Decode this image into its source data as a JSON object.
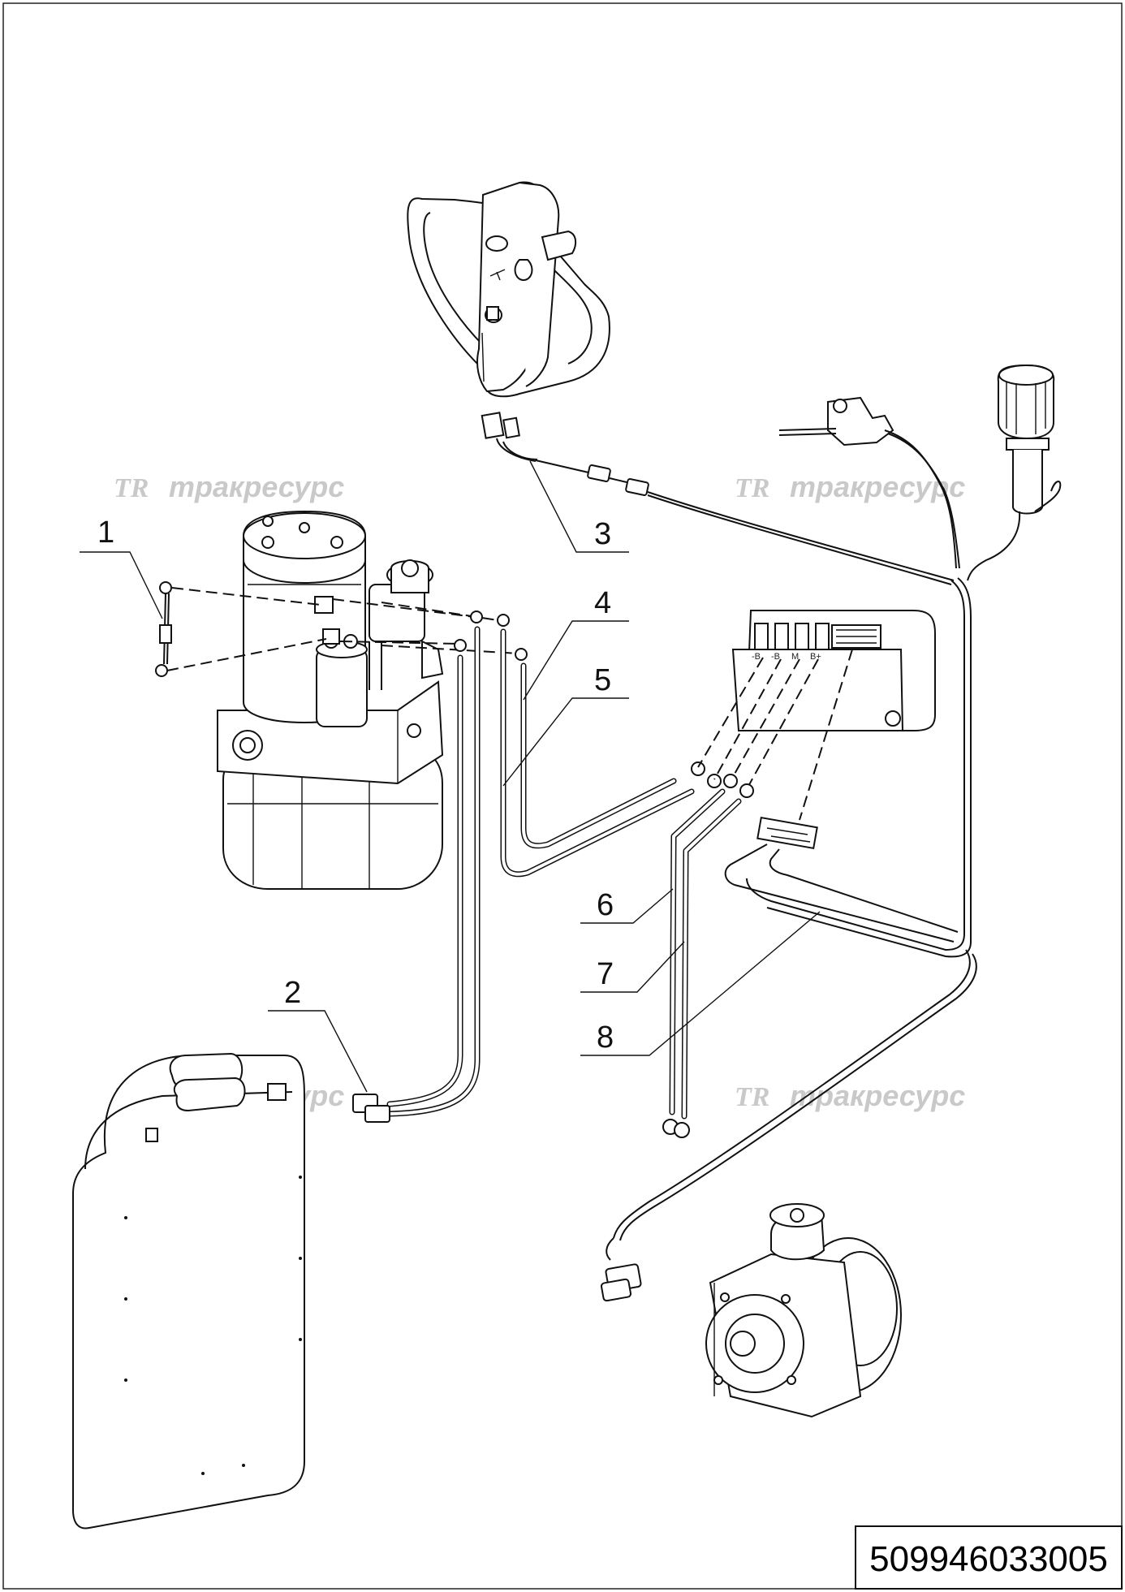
{
  "callouts": [
    {
      "label": "1"
    },
    {
      "label": "2"
    },
    {
      "label": "3"
    },
    {
      "label": "4"
    },
    {
      "label": "5"
    },
    {
      "label": "6"
    },
    {
      "label": "7"
    },
    {
      "label": "8"
    }
  ],
  "watermark": {
    "logo": "TR",
    "text": "тракресурс"
  },
  "controller_terminals": [
    "-B",
    "-B",
    "M",
    "B+"
  ],
  "document_number": "509946033005"
}
